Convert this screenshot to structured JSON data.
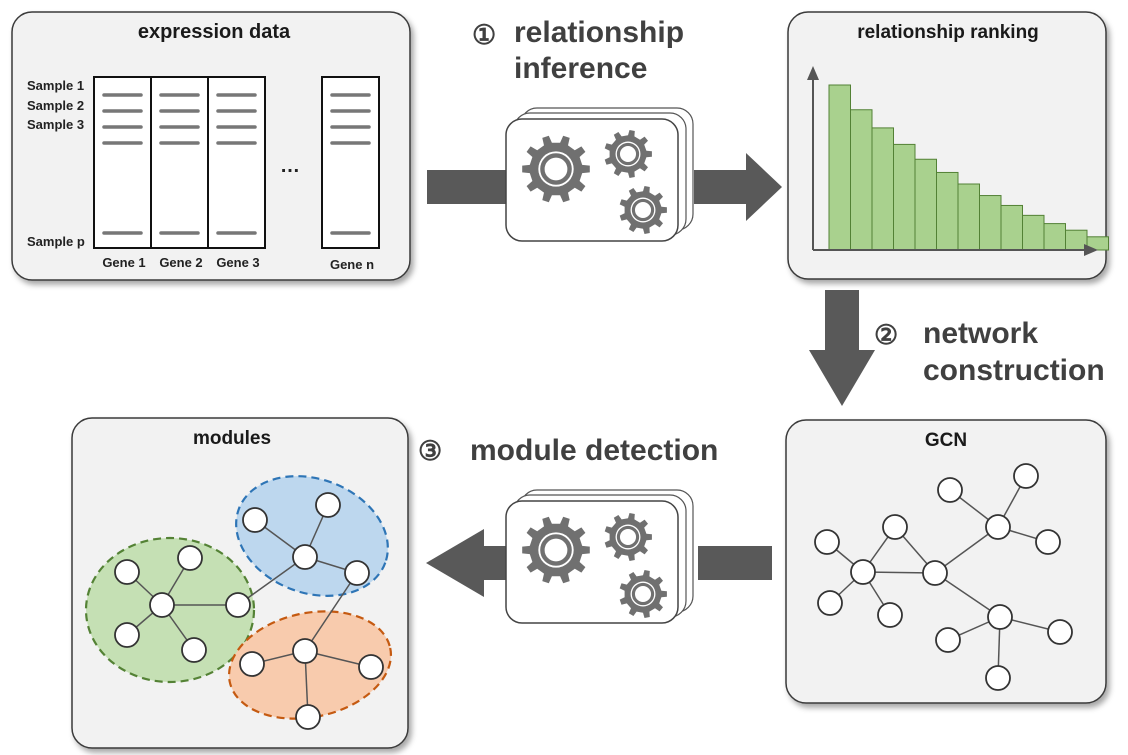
{
  "colors": {
    "panel_fill": "#f2f2f2",
    "panel_stroke": "#3a3a3a",
    "arrow": "#595959",
    "gear": "#707070",
    "bar_fill": "#a9d18e",
    "bar_stroke": "#538135",
    "module_green_fill": "#c5e0b4",
    "module_green_stroke": "#548235",
    "module_blue_fill": "#bdd7ee",
    "module_blue_stroke": "#2e75b6",
    "module_orange_fill": "#f8cbad",
    "module_orange_stroke": "#c55a11"
  },
  "panels": {
    "expression": {
      "title": "expression data",
      "sample_labels": [
        "Sample 1",
        "Sample 2",
        "Sample 3",
        "Sample p"
      ],
      "gene_labels": [
        "Gene 1",
        "Gene 2",
        "Gene 3",
        "Gene n"
      ],
      "ellipsis": "…"
    },
    "ranking": {
      "title": "relationship ranking",
      "bar_values": [
        100,
        85,
        74,
        64,
        55,
        47,
        40,
        33,
        27,
        21,
        16,
        12,
        8
      ]
    },
    "gcn": {
      "title": "GCN"
    },
    "modules": {
      "title": "modules"
    }
  },
  "steps": {
    "s1": {
      "number": "①",
      "line1": "relationship",
      "line2": "inference"
    },
    "s2": {
      "number": "②",
      "line1": "network",
      "line2": "construction"
    },
    "s3": {
      "number": "③",
      "line1": "module detection"
    }
  },
  "icons": [
    "gear-icon",
    "arrow-right-icon",
    "arrow-down-icon",
    "arrow-left-icon",
    "node-icon"
  ]
}
